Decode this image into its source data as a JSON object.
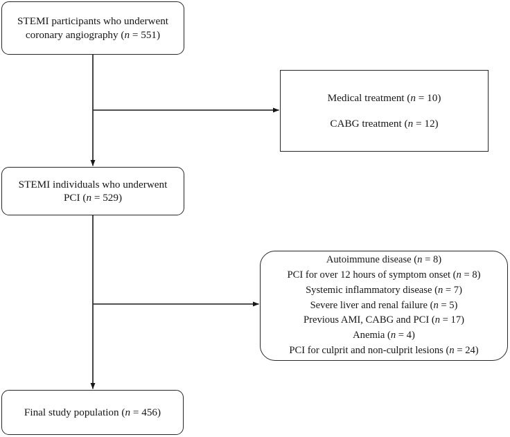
{
  "diagram": {
    "type": "flowchart",
    "title": "STEMI study participant flow diagram",
    "stroke_color": "#262626",
    "background_color": "#ffffff",
    "text_color": "#161616",
    "nodes": [
      {
        "id": "enrolled",
        "shape": "rounded-rect",
        "lines": [
          {
            "text_before": "STEMI participants who underwent",
            "symbol": "",
            "text_after": ""
          },
          {
            "text_before": "coronary angiography (",
            "symbol": "n",
            "text_after": " = 551)"
          }
        ]
      },
      {
        "id": "excluded-treatment",
        "shape": "rect",
        "lines": [
          {
            "text_before": "Medical treatment (",
            "symbol": "n",
            "text_after": " = 10)"
          },
          {
            "text_before": "CABG treatment (",
            "symbol": "n",
            "text_after": " = 12)"
          }
        ]
      },
      {
        "id": "pci",
        "shape": "rounded-rect",
        "lines": [
          {
            "text_before": "STEMI individuals who underwent",
            "symbol": "",
            "text_after": ""
          },
          {
            "text_before": "PCI (",
            "symbol": "n",
            "text_after": " = 529)"
          }
        ]
      },
      {
        "id": "exclusions",
        "shape": "rounded-rect-large",
        "lines": [
          {
            "text_before": "Autoimmune disease (",
            "symbol": "n",
            "text_after": " = 8)"
          },
          {
            "text_before": "PCI for over 12 hours of symptom onset (",
            "symbol": "n",
            "text_after": " = 8)"
          },
          {
            "text_before": "Systemic inflammatory disease (",
            "symbol": "n",
            "text_after": " = 7)"
          },
          {
            "text_before": "Severe liver and renal failure (",
            "symbol": "n",
            "text_after": " = 5)"
          },
          {
            "text_before": "Previous AMI, CABG and PCI (",
            "symbol": "n",
            "text_after": " = 17)"
          },
          {
            "text_before": "Anemia (",
            "symbol": "n",
            "text_after": " = 4)"
          },
          {
            "text_before": "PCI for culprit and non-culprit lesions (",
            "symbol": "n",
            "text_after": " = 24)"
          }
        ]
      },
      {
        "id": "final",
        "shape": "rounded-rect",
        "lines": [
          {
            "text_before": "Final study population (",
            "symbol": "n",
            "text_after": " = 456)"
          }
        ]
      }
    ],
    "connectors": [
      {
        "id": "enrolled-to-pci",
        "kind": "vertical-arrow",
        "from": "enrolled",
        "to": "pci"
      },
      {
        "id": "branch-to-treatment",
        "kind": "elbow-arrow",
        "from": "enrolled-to-pci",
        "to": "excluded-treatment"
      },
      {
        "id": "pci-to-final",
        "kind": "vertical-arrow",
        "from": "pci",
        "to": "final"
      },
      {
        "id": "branch-to-exclusions",
        "kind": "elbow-arrow",
        "from": "pci-to-final",
        "to": "exclusions"
      }
    ]
  }
}
